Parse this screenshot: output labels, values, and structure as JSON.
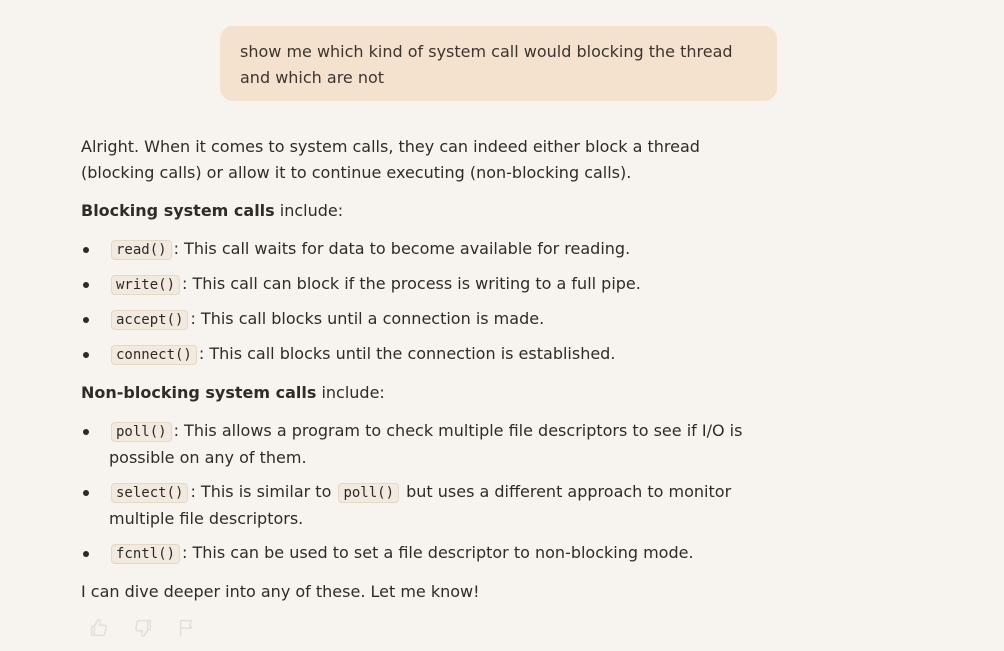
{
  "user_message": "show me which kind of system call would blocking the thread and which are not",
  "reply": {
    "intro": "Alright. When it comes to system calls, they can indeed either block a thread (blocking calls) or allow it to continue executing (non-blocking calls).",
    "blocking": {
      "heading_bold": "Blocking system calls",
      "heading_rest": " include:",
      "items": [
        {
          "code": "read()",
          "text": ": This call waits for data to become available for reading."
        },
        {
          "code": "write()",
          "text": ": This call can block if the process is writing to a full pipe."
        },
        {
          "code": "accept()",
          "text": ": This call blocks until a connection is made."
        },
        {
          "code": "connect()",
          "text": ": This call blocks until the connection is established."
        }
      ]
    },
    "nonblocking": {
      "heading_bold": "Non-blocking system calls",
      "heading_rest": " include:",
      "items": [
        {
          "code": "poll()",
          "text": ": This allows a program to check multiple file descriptors to see if I/O is possible on any of them."
        },
        {
          "code": "select()",
          "text_before": ": This is similar to ",
          "code2": "poll()",
          "text_after": " but uses a different approach to monitor multiple file descriptors."
        },
        {
          "code": "fcntl()",
          "text": ": This can be used to set a file descriptor to non-blocking mode."
        }
      ]
    },
    "outro": "I can dive deeper into any of these. Let me know!"
  },
  "actions": {
    "icons": [
      "thumbs-up-icon",
      "thumbs-down-icon",
      "flag-icon"
    ]
  },
  "colors": {
    "background": "#f7f3ef",
    "user_bubble": "#f4e2cf",
    "text": "#2d2a26"
  }
}
